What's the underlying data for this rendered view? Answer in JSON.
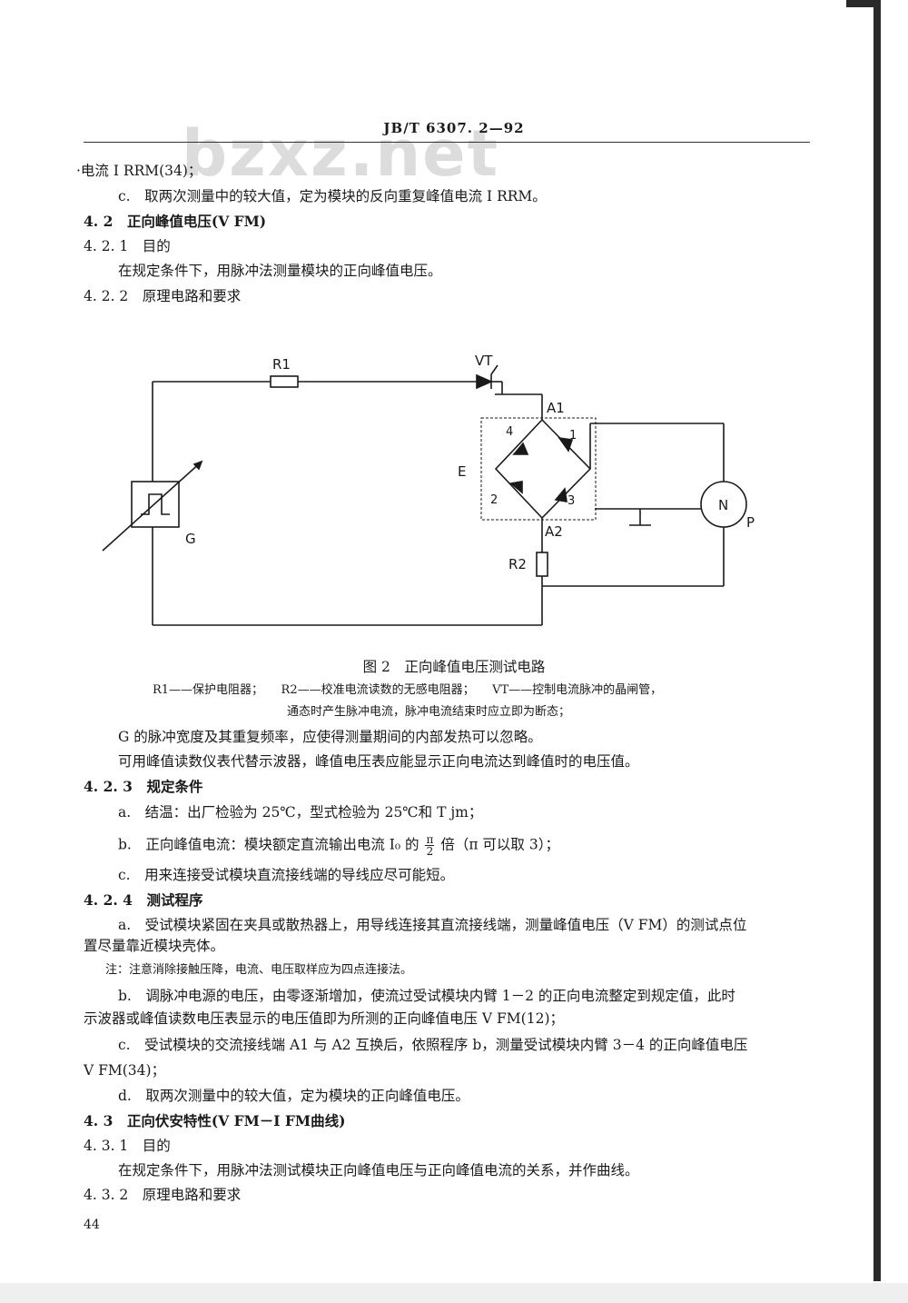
{
  "header": {
    "code": "JB/T 6307. 2—92"
  },
  "watermark": "bzxz.net",
  "lines": {
    "l1": "·电流 I RRM(34)；",
    "l2": "c.　取两次测量中的较大值，定为模块的反向重复峰值电流 I RRM。",
    "s42": "4. 2　正向峰值电压(V FM)",
    "s421": "4. 2. 1　目的",
    "p421": "在规定条件下，用脉冲法测量模块的正向峰值电压。",
    "s422": "4. 2. 2　原理电路和要求"
  },
  "figure": {
    "caption": "图 2　正向峰值电压测试电路",
    "legend1": "R1——保护电阻器；　　R2——校准电流读数的无感电阻器；　　VT——控制电流脉冲的晶闸管，",
    "legend2": "通态时产生脉冲电流，脉冲电流结束时应立即为断态；",
    "labels": {
      "r1": "R1",
      "vt": "VT",
      "a1": "A1",
      "a2": "A2",
      "e": "E",
      "g": "G",
      "r2": "R2",
      "n": "N",
      "p": "P",
      "d1": "1",
      "d2": "2",
      "d3": "3",
      "d4": "4"
    }
  },
  "body": {
    "p1": "G 的脉冲宽度及其重复频率，应使得测量期间的内部发热可以忽略。",
    "p2": "可用峰值读数仪表代替示波器，峰值电压表应能显示正向电流达到峰值时的电压值。",
    "s423": "4. 2. 3　规定条件",
    "a1": "a.　结温：出厂检验为 25℃，型式检验为 25℃和 T jm；",
    "b1_pre": "b.　正向峰值电流：模块额定直流输出电流 I₀ 的",
    "b1_num": "π",
    "b1_den": "2",
    "b1_post": "倍（π 可以取 3）；",
    "c1": "c.　用来连接受试模块直流接线端的导线应尽可能短。",
    "s424": "4. 2. 4　测试程序",
    "a2a": "a.　受试模块紧固在夹具或散热器上，用导线连接其直流接线端，测量峰值电压（V FM）的测试点位",
    "a2b": "置尽量靠近模块壳体。",
    "note": "注：注意消除接触压降，电流、电压取样应为四点连接法。",
    "b2a": "b.　调脉冲电源的电压，由零逐渐增加，使流过受试模块内臂 1－2 的正向电流整定到规定值，此时",
    "b2b": "示波器或峰值读数电压表显示的电压值即为所测的正向峰值电压 V FM(12)；",
    "c2a": "c.　受试模块的交流接线端 A1 与 A2 互换后，依照程序 b，测量受试模块内臂 3－4 的正向峰值电压",
    "c2b": "V FM(34)；",
    "d2": "d.　取两次测量中的较大值，定为模块的正向峰值电压。",
    "s43": "4. 3　正向伏安特性(V FM－I FM曲线)",
    "s431": "4. 3. 1　目的",
    "p431": "在规定条件下，用脉冲法测试模块正向峰值电压与正向峰值电流的关系，并作曲线。",
    "s432": "4. 3. 2　原理电路和要求"
  },
  "page_number": "44"
}
